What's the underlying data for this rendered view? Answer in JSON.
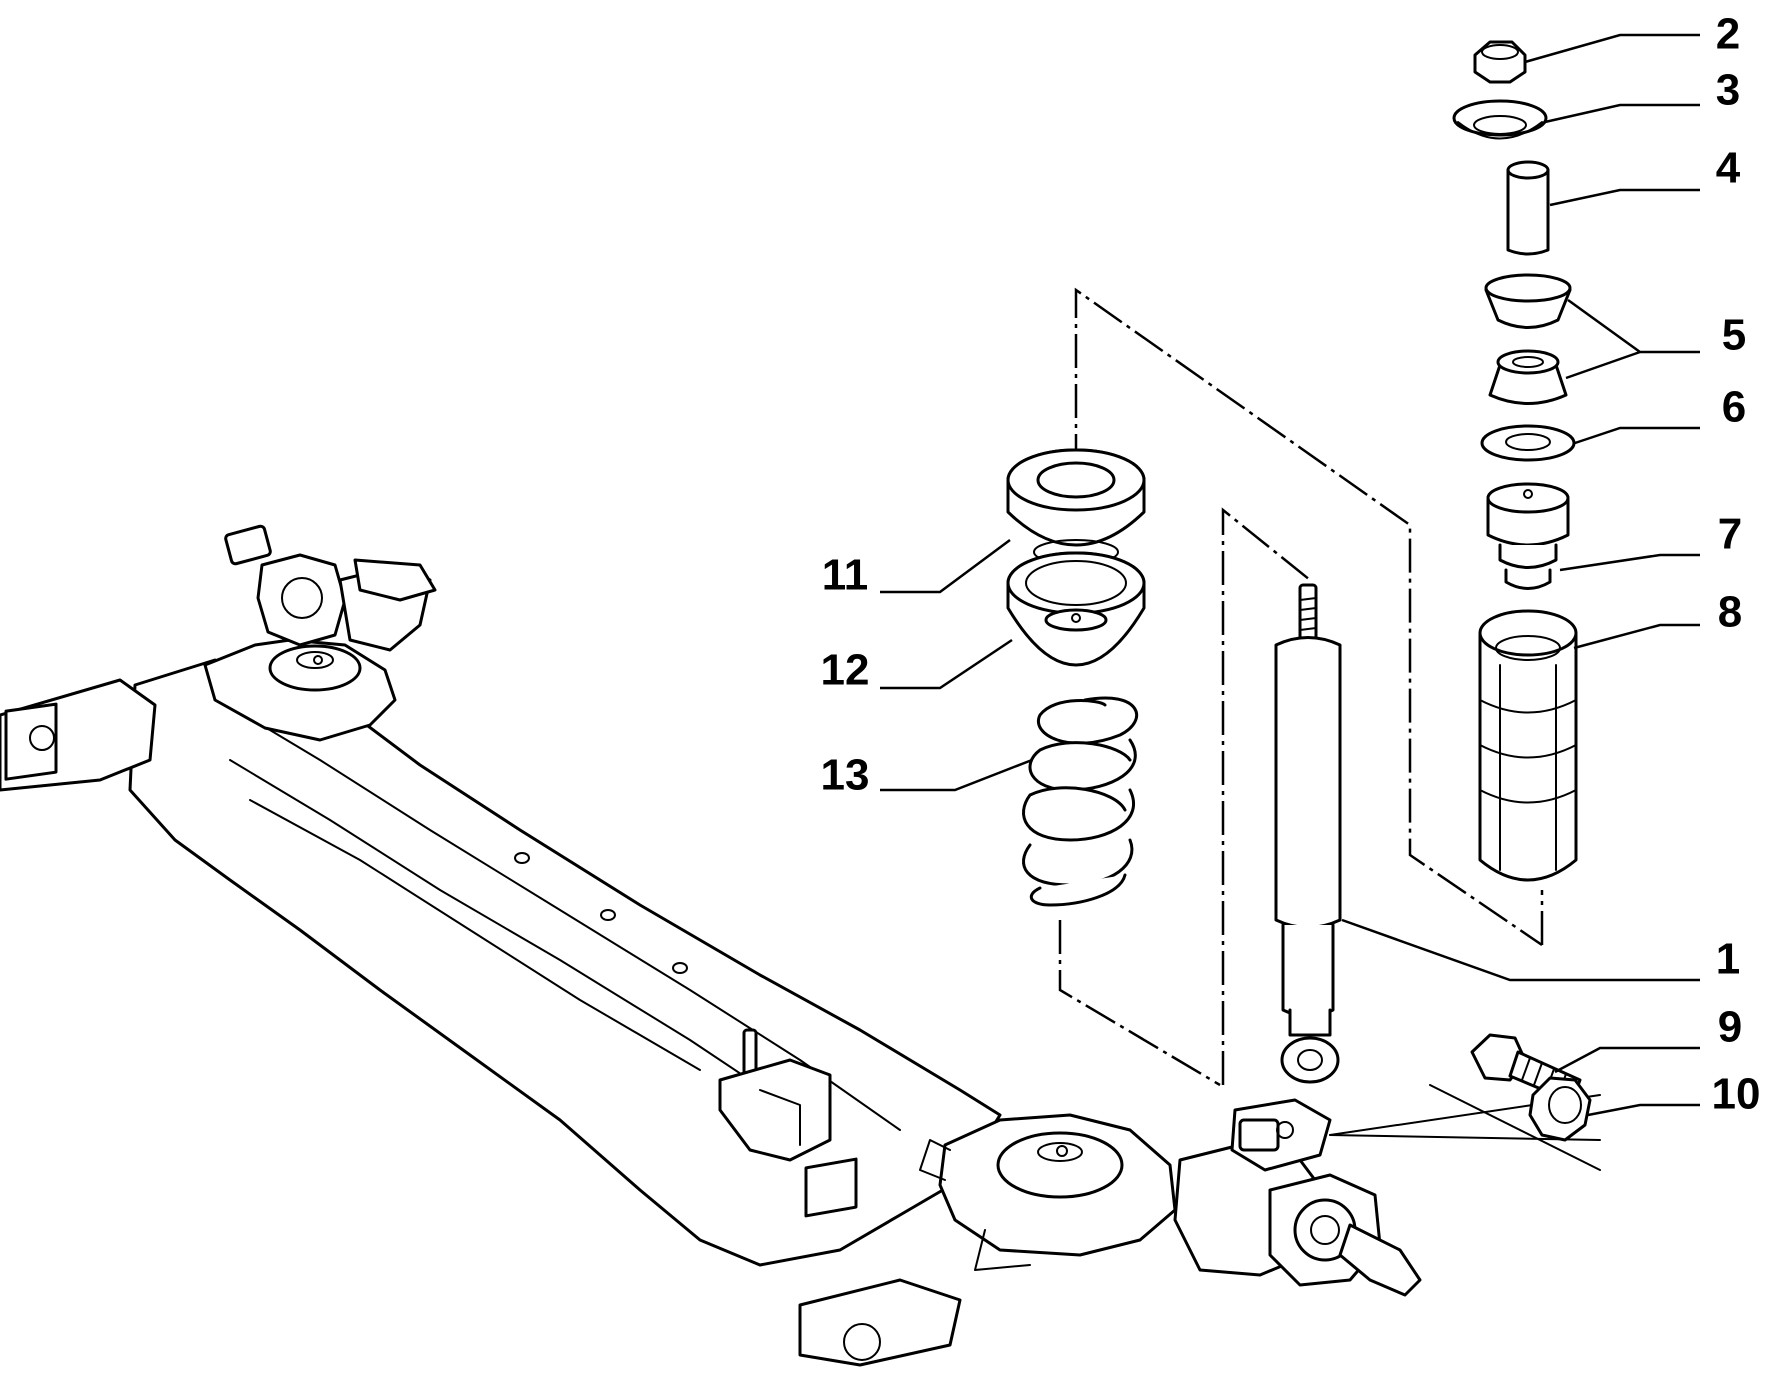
{
  "colors": {
    "line": "#000000",
    "background": "#ffffff"
  },
  "callouts": [
    {
      "id": "1",
      "label": "1"
    },
    {
      "id": "2",
      "label": "2"
    },
    {
      "id": "3",
      "label": "3"
    },
    {
      "id": "4",
      "label": "4"
    },
    {
      "id": "5",
      "label": "5"
    },
    {
      "id": "6",
      "label": "6"
    },
    {
      "id": "7",
      "label": "7"
    },
    {
      "id": "8",
      "label": "8"
    },
    {
      "id": "9",
      "label": "9"
    },
    {
      "id": "10",
      "label": "10"
    },
    {
      "id": "11",
      "label": "11"
    },
    {
      "id": "12",
      "label": "12"
    },
    {
      "id": "13",
      "label": "13"
    }
  ]
}
